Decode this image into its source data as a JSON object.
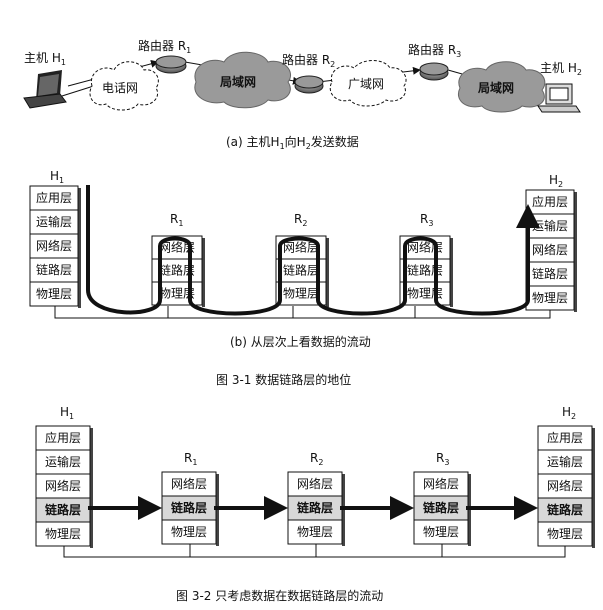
{
  "part_a": {
    "host1": {
      "name": "主机 H",
      "sub": "1"
    },
    "phone_cloud": "电话网",
    "router1": {
      "name": "路由器 R",
      "sub": "1"
    },
    "lan1": "局域网",
    "router2": {
      "name": "路由器 R",
      "sub": "2"
    },
    "wan": "广域网",
    "router3": {
      "name": "路由器 R",
      "sub": "3"
    },
    "lan2": "局域网",
    "host2": {
      "name": "主机 H",
      "sub": "2"
    },
    "caption": {
      "pre": "(a) 主机H",
      "s1": "1",
      "mid": "向H",
      "s2": "2",
      "post": "发送数据"
    }
  },
  "part_b": {
    "h1": {
      "name": "H",
      "sub": "1"
    },
    "h2": {
      "name": "H",
      "sub": "2"
    },
    "r1": {
      "name": "R",
      "sub": "1"
    },
    "r2": {
      "name": "R",
      "sub": "2"
    },
    "r3": {
      "name": "R",
      "sub": "3"
    },
    "host_layers": [
      "应用层",
      "运输层",
      "网络层",
      "链路层",
      "物理层"
    ],
    "router_layers": [
      "网络层",
      "链路层",
      "物理层"
    ],
    "caption": "(b) 从层次上看数据的流动"
  },
  "figure_3_1_caption": "图 3-1    数据链路层的地位",
  "fig32": {
    "h1": {
      "name": "H",
      "sub": "1"
    },
    "h2": {
      "name": "H",
      "sub": "2"
    },
    "r1": {
      "name": "R",
      "sub": "1"
    },
    "r2": {
      "name": "R",
      "sub": "2"
    },
    "r3": {
      "name": "R",
      "sub": "3"
    },
    "host_layers": [
      "应用层",
      "运输层",
      "网络层",
      "链路层",
      "物理层"
    ],
    "router_layers": [
      "网络层",
      "链路层",
      "物理层"
    ]
  },
  "figure_3_2_caption": "图 3-2    只考虑数据在数据链路层的流动"
}
